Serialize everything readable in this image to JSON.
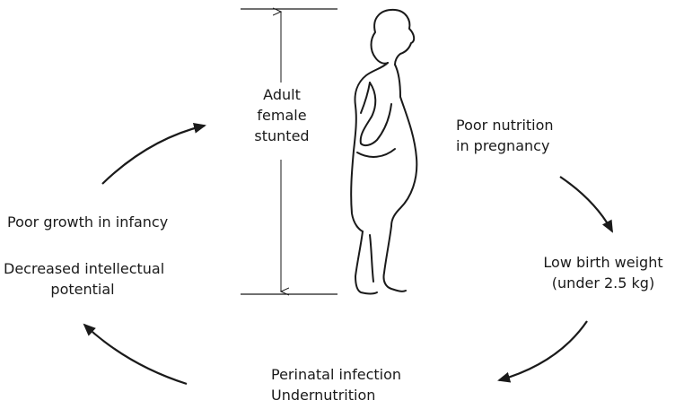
{
  "diagram": {
    "height_label": [
      "Adult",
      "female",
      "stunted"
    ],
    "nutrition_label": [
      "Poor nutrition",
      "in pregnancy"
    ],
    "birth_label": [
      "Low birth weight",
      "(under 2.5 kg)"
    ],
    "infection_label": [
      "Perinatal infection",
      "Undernutrition"
    ],
    "growth_label": "Poor growth in infancy",
    "intellect_label": [
      "Decreased intellectual",
      "potential"
    ]
  }
}
